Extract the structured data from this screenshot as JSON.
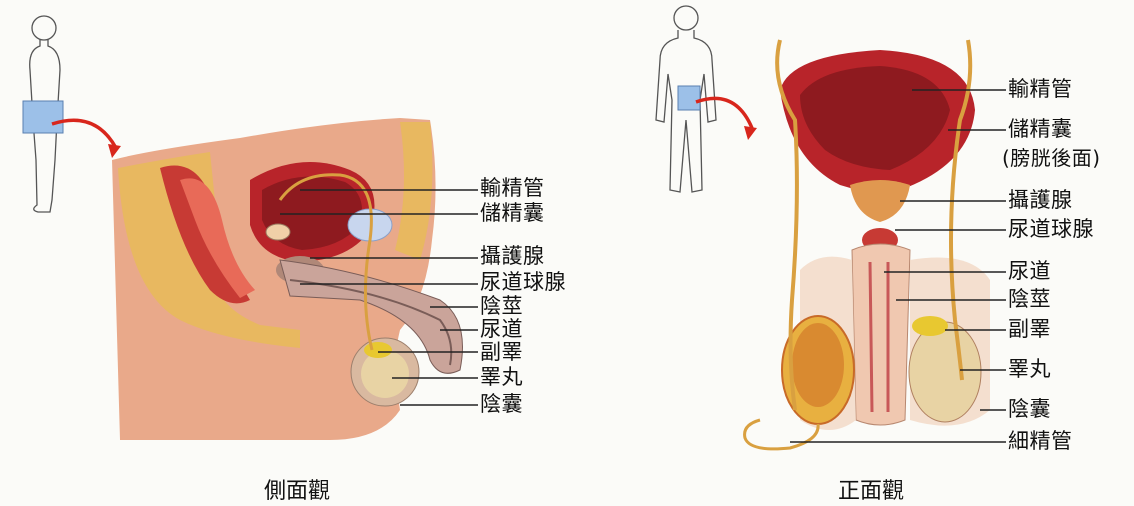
{
  "side_view": {
    "caption": "側面觀",
    "labels": [
      "輸精管",
      "儲精囊",
      "攝護腺",
      "尿道球腺",
      "陰莖",
      "尿道",
      "副睪",
      "睪丸",
      "陰囊"
    ]
  },
  "front_view": {
    "caption": "正面觀",
    "labels": [
      "輸精管",
      "儲精囊",
      "(膀胱後面)",
      "攝護腺",
      "尿道球腺",
      "尿道",
      "陰莖",
      "副睪",
      "睪丸",
      "陰囊",
      "細精管"
    ]
  },
  "colors": {
    "bladder": "#b8242a",
    "muscle": "#d65a4a",
    "skin": "#e9a98a",
    "fat": "#e8b860",
    "duct": "#d9a040",
    "epididymis": "#e8c830",
    "testis": "#e8d3a4",
    "arrow": "#d8261c",
    "highlight": "#9cc0e8",
    "leader": "#222222"
  }
}
